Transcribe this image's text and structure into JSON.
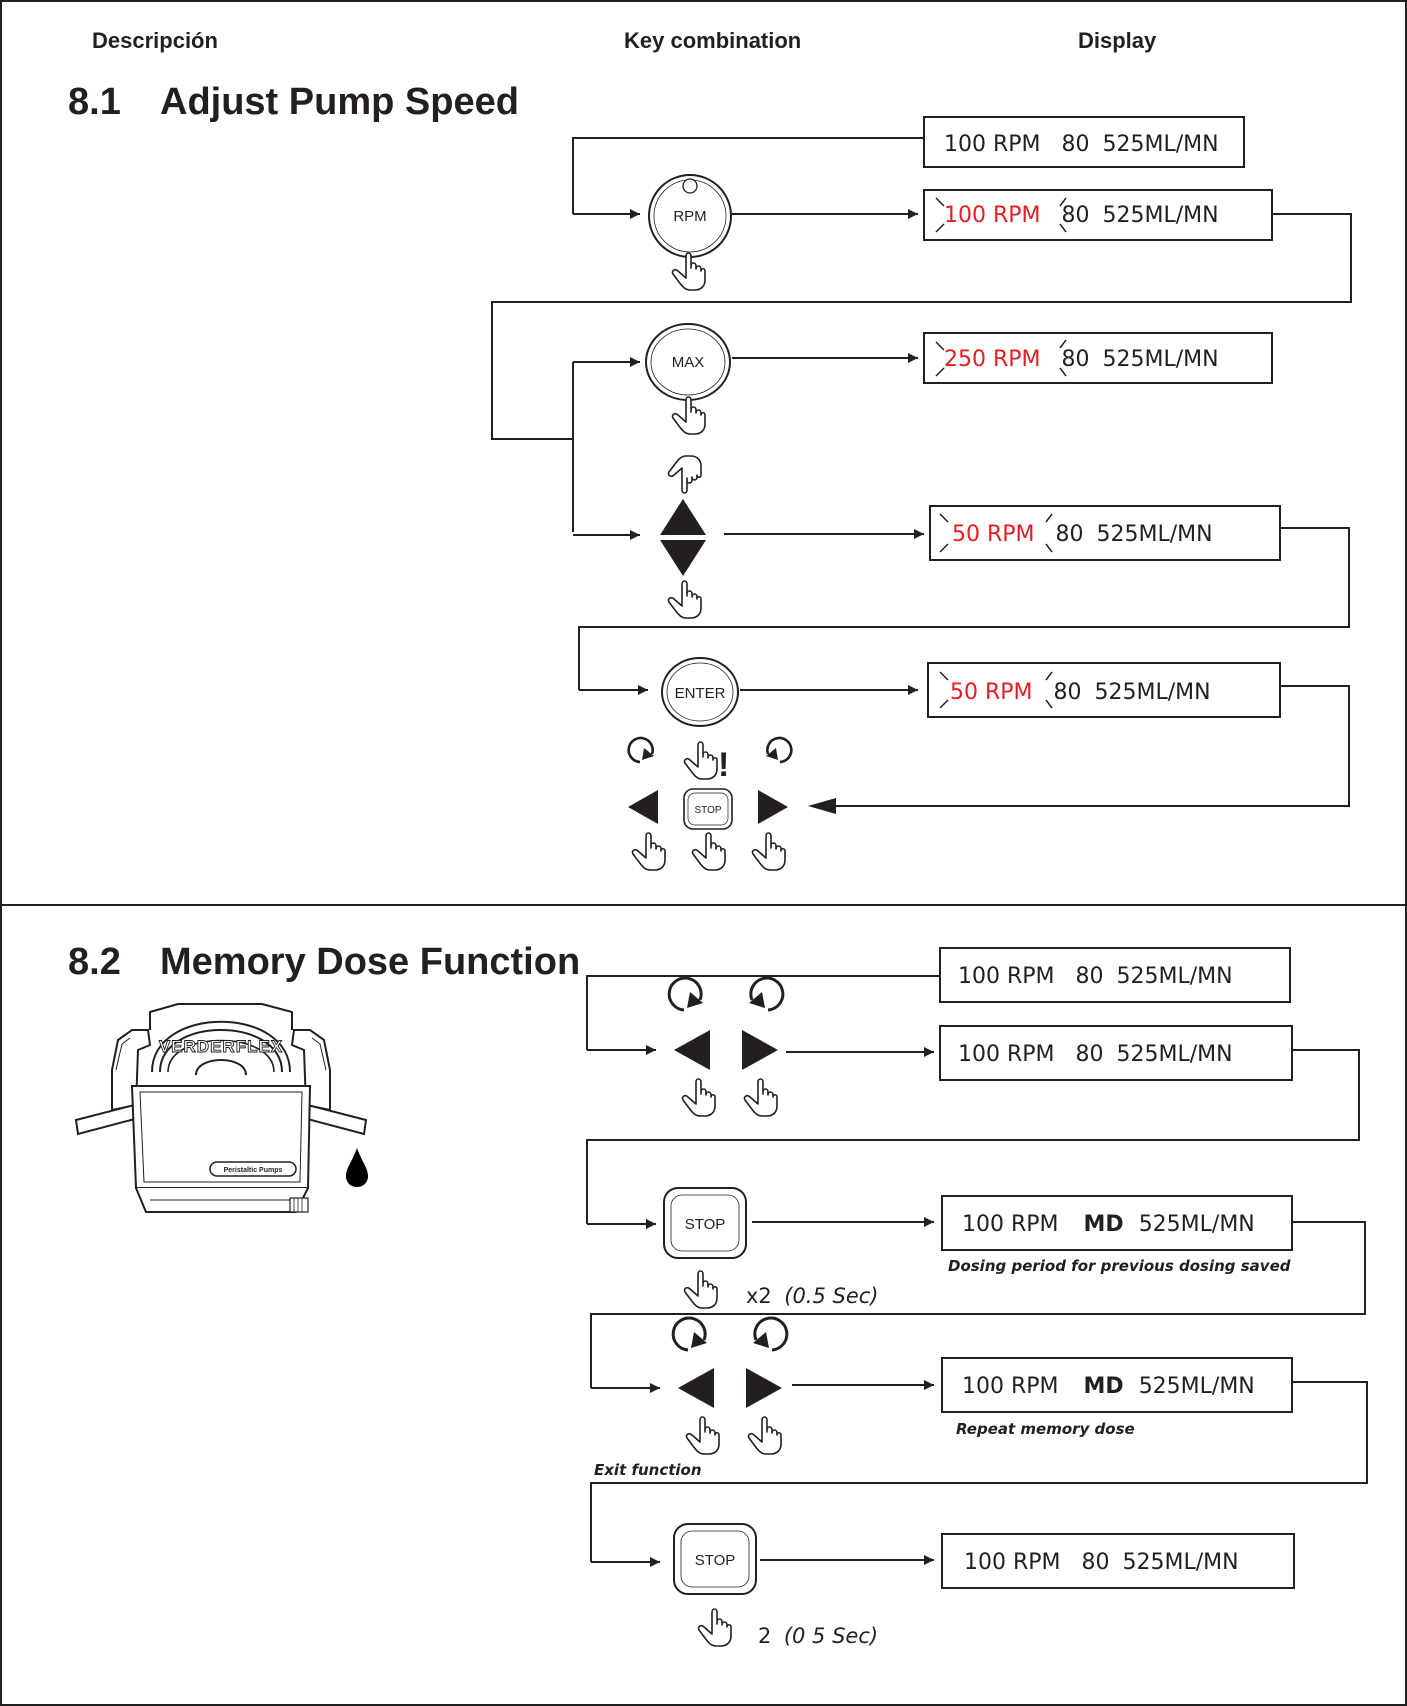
{
  "headers": {
    "description": "Descripción",
    "key_combination": "Key combination",
    "display": "Display"
  },
  "section_1": {
    "number": "8.1",
    "title": "Adjust Pump Speed",
    "displays": {
      "d1": {
        "part1": "100 RPM",
        "part2": "80",
        "part3": "525ML/MN"
      },
      "d2": {
        "part1": "100 RPM",
        "part2": "80",
        "part3": "525ML/MN"
      },
      "d3": {
        "part1": "250 RPM",
        "part2": "80",
        "part3": "525ML/MN"
      },
      "d4": {
        "part1": "50 RPM",
        "part2": "80",
        "part3": "525ML/MN"
      },
      "d5": {
        "part1": "50 RPM",
        "part2": "80",
        "part3": "525ML/MN"
      }
    },
    "buttons": {
      "rpm": "RPM",
      "max": "MAX",
      "enter": "ENTER",
      "stop": "STOP"
    },
    "stop_warning_mark": "!"
  },
  "section_2": {
    "number": "8.2",
    "title": "Memory Dose Function",
    "pump_brand": "VERDERFLEX",
    "pump_label": "Peristaltic Pumps",
    "displays": {
      "d1": {
        "part1": "100 RPM",
        "part2": "80",
        "part3": "525ML/MN"
      },
      "d2": {
        "part1": "100 RPM",
        "part2": "80",
        "part3": "525ML/MN"
      },
      "d3": {
        "part1": "100 RPM",
        "part2": "MD",
        "part3": "525ML/MN"
      },
      "d4": {
        "part1": "100 RPM",
        "part2": "MD",
        "part3": "525ML/MN"
      },
      "d5": {
        "part1": "100 RPM",
        "part2": "80",
        "part3": "525ML/MN"
      }
    },
    "buttons": {
      "stop_1": "STOP",
      "stop_2": "STOP"
    },
    "notes": {
      "dosing_saved": "Dosing period for previous dosing saved",
      "repeat_dose": "Repeat memory dose",
      "exit_function": "Exit function"
    },
    "press_1": {
      "count": "x2",
      "time": "(0.5 Sec)"
    },
    "press_2": {
      "count": "2",
      "time": "(0 5 Sec)"
    }
  },
  "colors": {
    "text": "#231f20",
    "highlight": "#e31e24",
    "background": "#ffffff"
  }
}
